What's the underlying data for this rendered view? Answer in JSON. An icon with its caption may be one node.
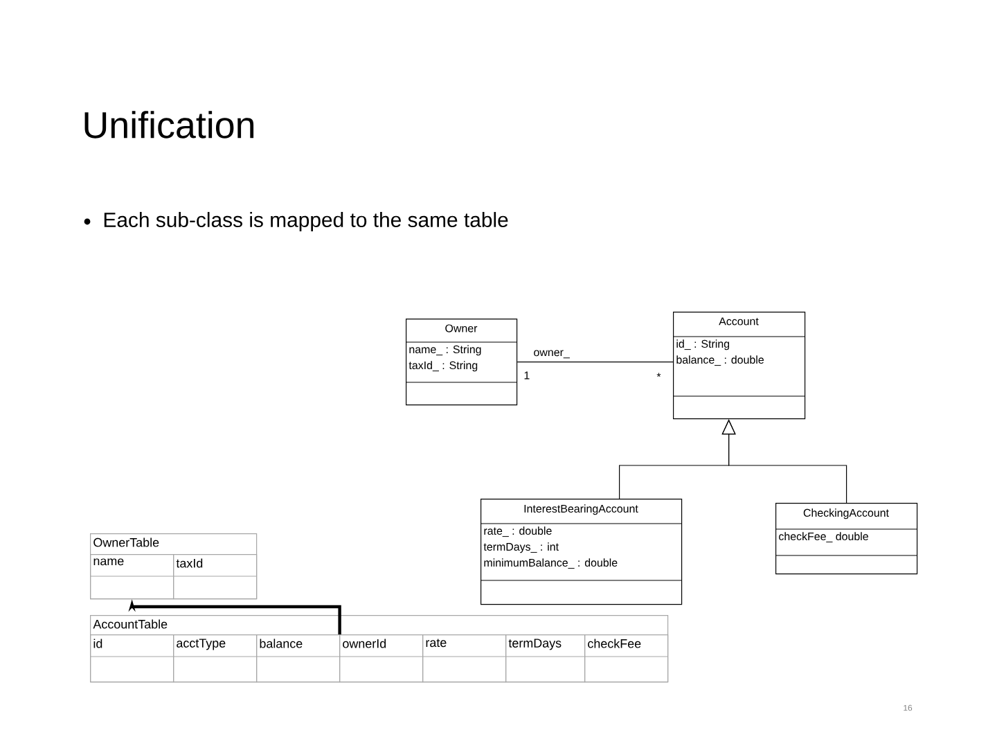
{
  "diagram": {
    "title": "Unification",
    "nodes": [
      {
        "text": [
          "Owner",
          "name_ : String",
          "taxId_ : String"
        ]
      },
      {
        "text": [
          "Account",
          "id_ : String",
          "balance_ : double"
        ]
      },
      {
        "text": [
          "InterestBearingAccount",
          "rate_ : double",
          "termDays_ : int",
          "minimumBalance_ : double"
        ]
      },
      {
        "text": [
          "CheckingAccount",
          "checkFee_ double"
        ]
      },
      {
        "text": [
          "OwnerTable"
        ]
      },
      {
        "text": [
          "name"
        ],
        "in": 4
      },
      {
        "text": [
          "taxId"
        ],
        "in": 4
      },
      {
        "text": [
          "AccountTable"
        ]
      },
      {
        "text": [
          "id"
        ],
        "in": 7
      },
      {
        "text": [
          "acctType"
        ],
        "in": 7
      },
      {
        "text": [
          "balance"
        ],
        "in": 7
      },
      {
        "text": [
          "ownerId"
        ],
        "in": 7
      },
      {
        "text": [
          "rate"
        ],
        "in": 7
      },
      {
        "text": [
          "termDays"
        ],
        "in": 7
      },
      {
        "text": [
          "checkFee"
        ],
        "in": 7
      }
    ],
    "edges": [
      {
        "from": 0,
        "to": 1,
        "arrow": "none",
        "label": "owner_"
      },
      {
        "from": 2,
        "to": 1,
        "arrow": "to"
      },
      {
        "from": 3,
        "to": 1,
        "arrow": "to"
      },
      {
        "from": 11,
        "to": 5,
        "arrow": "to",
        "style": "thick"
      }
    ],
    "labels": [
      "Each sub-class is mapped to the same table",
      "1",
      "*",
      "16"
    ]
  }
}
